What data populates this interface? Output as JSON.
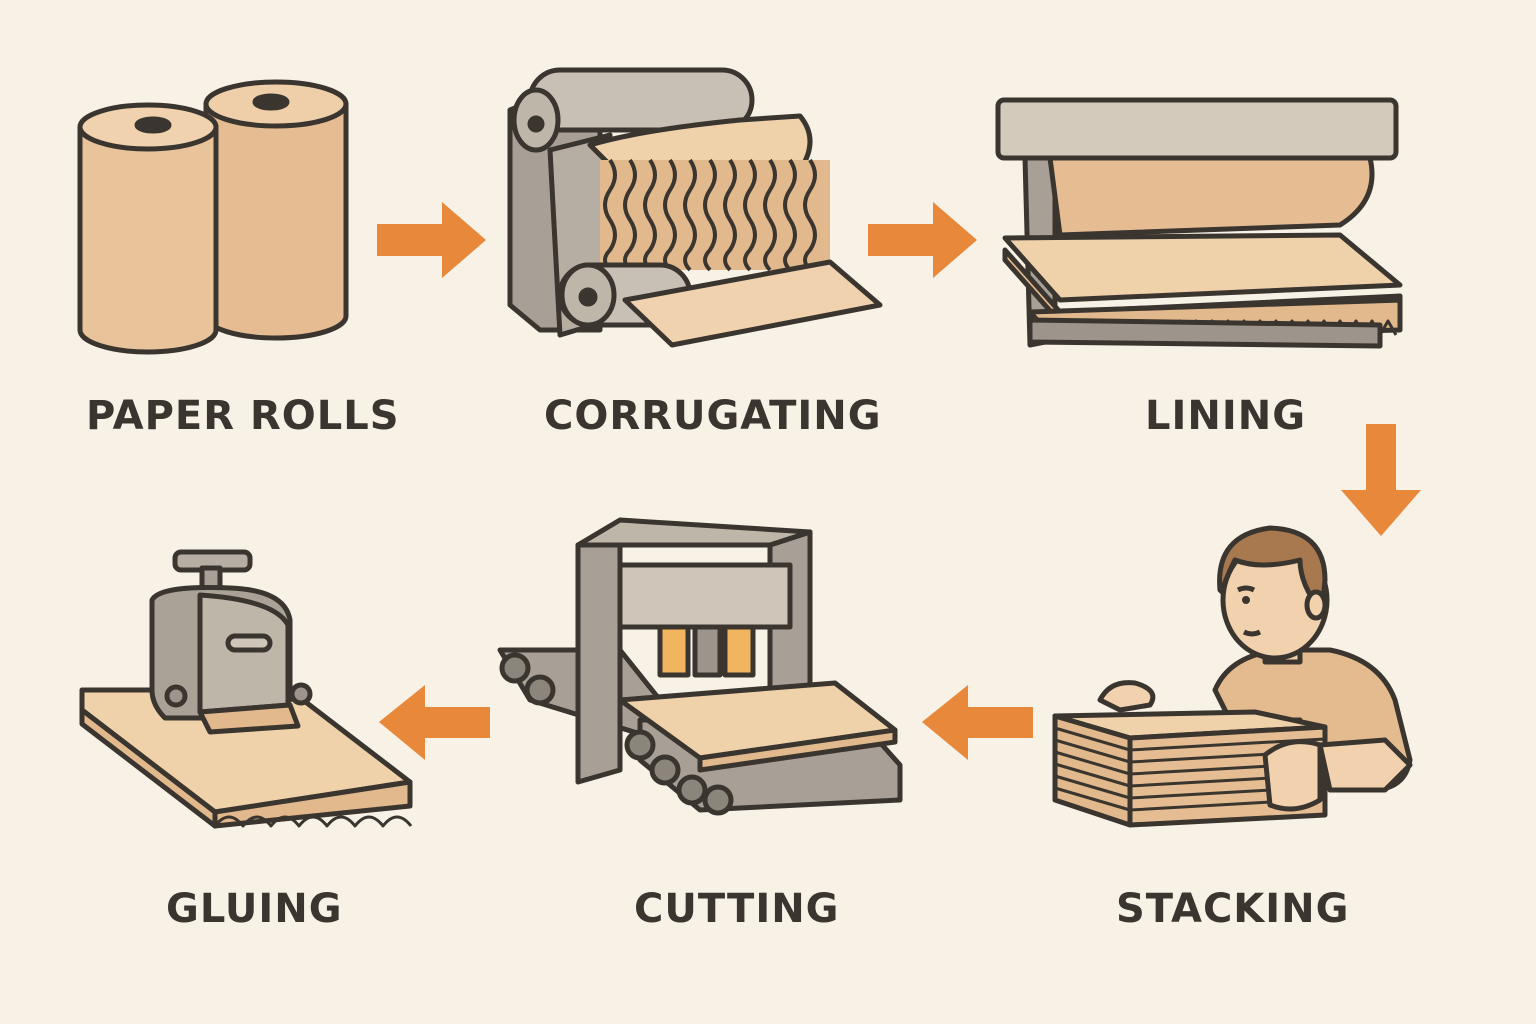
{
  "steps": [
    {
      "id": "paper-rolls",
      "label": "PAPER ROLLS",
      "icon": "paper-rolls-icon"
    },
    {
      "id": "corrugating",
      "label": "CORRUGATING",
      "icon": "corrugator-machine-icon"
    },
    {
      "id": "lining",
      "label": "LINING",
      "icon": "lining-press-icon"
    },
    {
      "id": "stacking",
      "label": "STACKING",
      "icon": "worker-stacking-icon"
    },
    {
      "id": "cutting",
      "label": "CUTTING",
      "icon": "cutting-press-icon"
    },
    {
      "id": "gluing",
      "label": "GLUING",
      "icon": "glue-machine-icon"
    }
  ],
  "colors": {
    "background": "#f8f1e6",
    "arrow": "#e8883a",
    "outline": "#3b3530",
    "cardboard": "#e9c39a",
    "cardboard_light": "#f0d3ae",
    "metal": "#bfb6aa",
    "metal_dark": "#9d958b"
  }
}
